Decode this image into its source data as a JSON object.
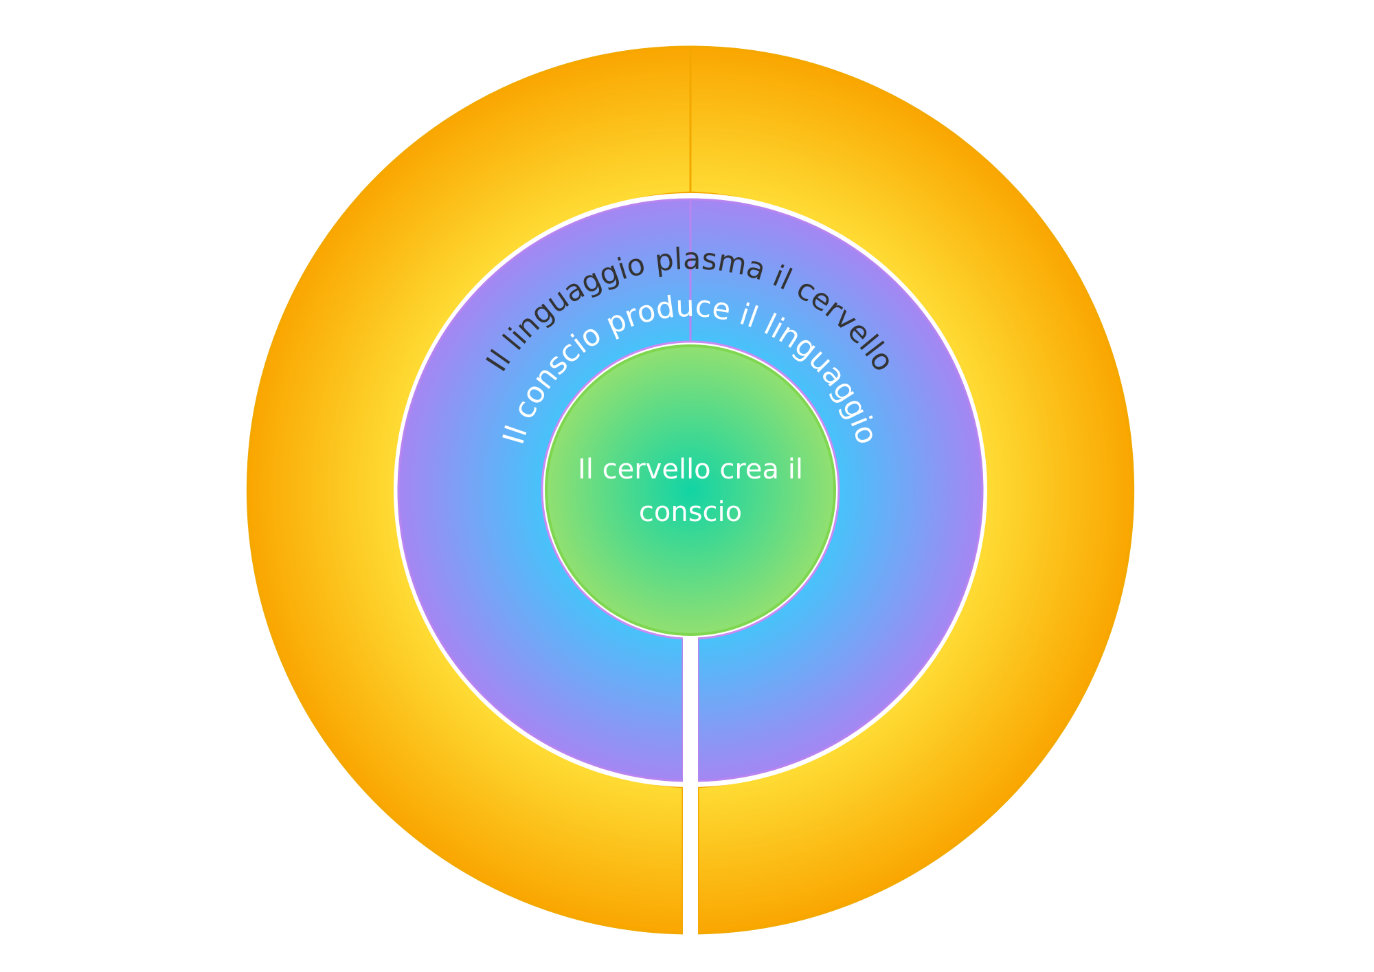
{
  "diagram": {
    "outer_ring": {
      "label": "Il linguaggio plasma il cervello",
      "color_edge": "#FAA500",
      "color_center": "#FEDE36"
    },
    "middle_ring": {
      "label": "Il conscio produce il linguaggio",
      "color_edge": "#A884F2",
      "color_center": "#43C5FA"
    },
    "core": {
      "label_line1": "Il cervello crea il",
      "label_line2": "conscio",
      "color_edge": "#93E070",
      "color_center": "#12D4A5"
    }
  }
}
